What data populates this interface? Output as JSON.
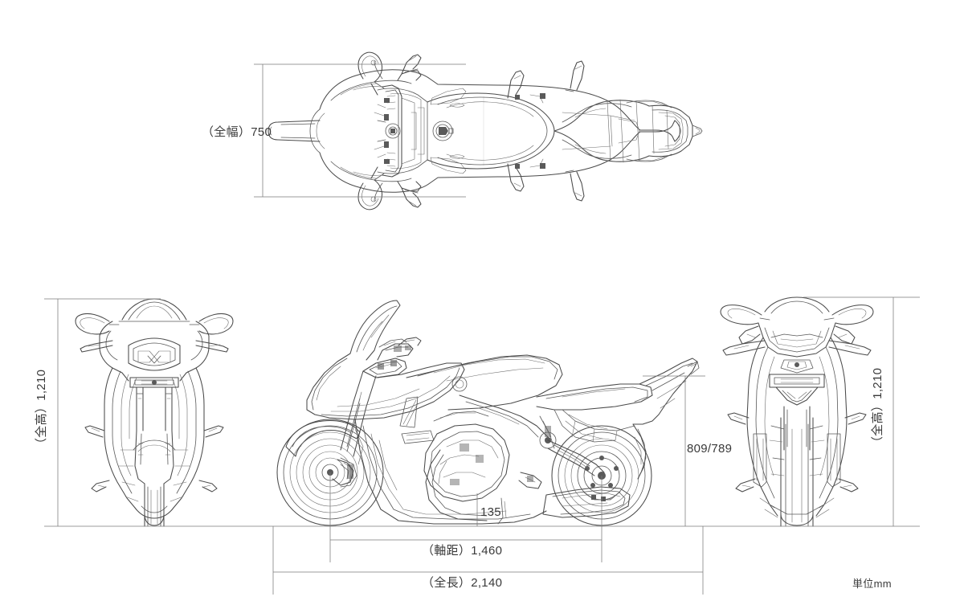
{
  "sheet": {
    "title": "motorcycle-dimension-drawing",
    "background": "#ffffff",
    "line_color": "#4a4a4a",
    "dim_line_color": "#6b6b6b",
    "text_color": "#3a3a3a",
    "unit_note": "単位mm"
  },
  "dimensions": {
    "overall_width": "（全幅）750",
    "overall_height_left": "（全高）1,210",
    "overall_height_right": "（全高）1,210",
    "seat_height": "809/789",
    "ground_clearance": "135",
    "wheelbase": "（軸距）1,460",
    "overall_length": "（全長）2,140"
  },
  "views": {
    "top": "top-view-plan",
    "front": "front-view-elevation",
    "side": "side-view-elevation",
    "rear": "rear-view-elevation"
  }
}
